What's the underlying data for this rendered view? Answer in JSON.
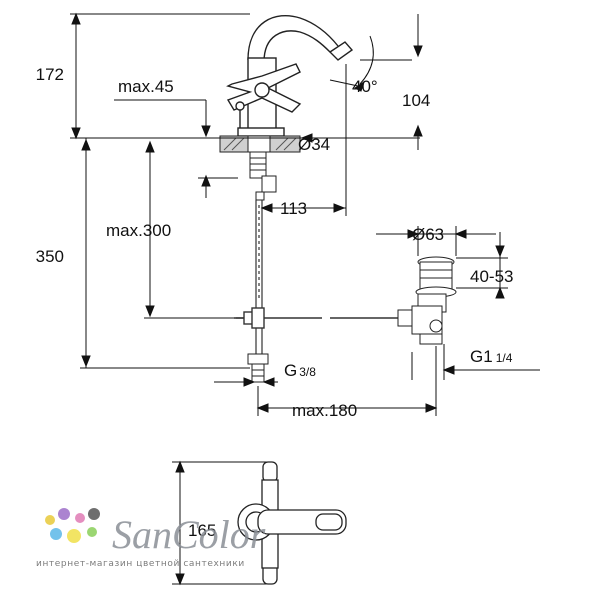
{
  "dimensions": {
    "height_top": "172",
    "max45": "max.45",
    "angle": "40°",
    "spout_drop": "104",
    "diameter_base": "Ø34",
    "reach": "113",
    "total_height": "350",
    "max300": "max.300",
    "diameter_waste": "Ø63",
    "waste_range": "40-53",
    "thread_waste": "G1",
    "thread_waste_frac": "1/4",
    "thread_supply": "G",
    "thread_supply_frac": "3/8",
    "max180": "max.180",
    "bottom_width": "165"
  },
  "watermark": {
    "brand": "SanColor",
    "tagline": "интернет-магазин цветной сантехники"
  }
}
